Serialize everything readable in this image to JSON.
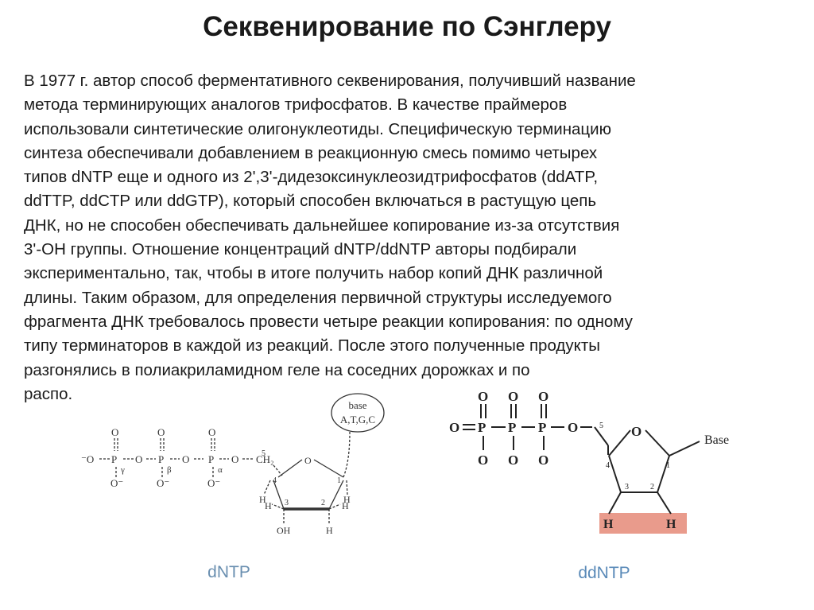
{
  "slide": {
    "title": "Секвенирование по Сэнглеру",
    "paragraph_lines": [
      "В 1977 г. автор способ ферментативного секвенирования, получивший название",
      "метода терминирующих аналогов трифосфатов. В качестве праймеров",
      "использовали синтетические олигонуклеотиды. Специфическую терминацию",
      "синтеза обеспечивали добавлением в реакционную смесь помимо четырех",
      "типов dNTP еще и одного из 2',3'-дидезоксинуклеозидтрифосфатов (ddATP,",
      "ddTTP, ddCTP или ddGTP), который способен включаться в растущую цепь",
      "ДНК, но не способен обеспечивать дальнейшее копирование из-за отсутствия",
      "3'-OH группы. Отношение концентраций dNTP/ddNTP авторы подбирали",
      "экспериментально, так, чтобы в итоге получить набор копий ДНК различной",
      "длины. Таким образом, для определения первичной структуры исследуемого",
      "фрагмента ДНК требовалось провести четыре реакции копирования: по одному",
      "типу терминаторов в каждой из реакций. После этого полученные продукты",
      "разгонялись в полиакриламидном геле на соседних дорожках и по",
      "распо."
    ]
  },
  "dntp_figure": {
    "caption": "dNTP",
    "base_bubble_line1": "base",
    "base_bubble_line2": "A,T,G,C",
    "labels": {
      "o_minus": "⁻O",
      "p": "P",
      "o": "O",
      "o_minus_under": "O⁻",
      "gamma": "γ",
      "beta": "β",
      "alpha": "α",
      "ch2": "CH₂",
      "ring_o": "O",
      "h": "H",
      "oh": "OH",
      "n4": "4",
      "n1": "1",
      "n3": "3",
      "n2": "2",
      "n5": "5"
    }
  },
  "ddntp_figure": {
    "caption": "ddNTP",
    "base_label": "Base",
    "labels": {
      "o": "O",
      "p": "P",
      "h": "H",
      "n5": "5",
      "n4": "4",
      "n1": "1",
      "n3": "3",
      "n2": "2"
    },
    "highlight_color": "#e58a78",
    "caption_color": "#5a8ab8"
  }
}
